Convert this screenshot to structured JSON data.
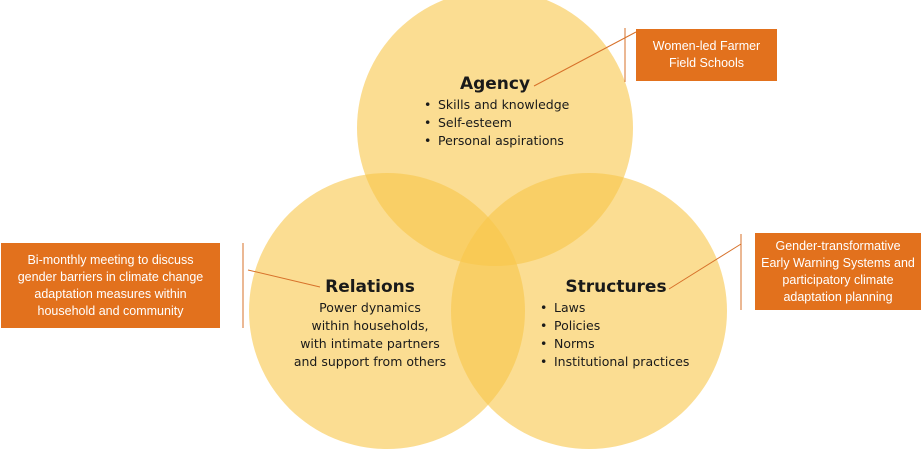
{
  "agency": {
    "title": "Agency",
    "items": [
      "Skills and knowledge",
      "Self-esteem",
      "Personal aspirations"
    ]
  },
  "relations": {
    "title": "Relations",
    "lines": [
      "Power dynamics",
      "within households,",
      "with intimate partners",
      "and support from others"
    ]
  },
  "structures": {
    "title": "Structures",
    "items": [
      "Laws",
      "Policies",
      "Norms",
      "Institutional practices"
    ]
  },
  "callouts": {
    "agency": "Women-led Farmer Field Schools",
    "relations": "Bi-monthly meeting to discuss gender barriers in climate change adaptation measures within household and community",
    "structures": "Gender-transformative Early Warning Systems and participatory climate adaptation planning"
  },
  "colors": {
    "circle": "#f9c74a",
    "callout": "#e2711d",
    "connector": "#d7712a"
  }
}
